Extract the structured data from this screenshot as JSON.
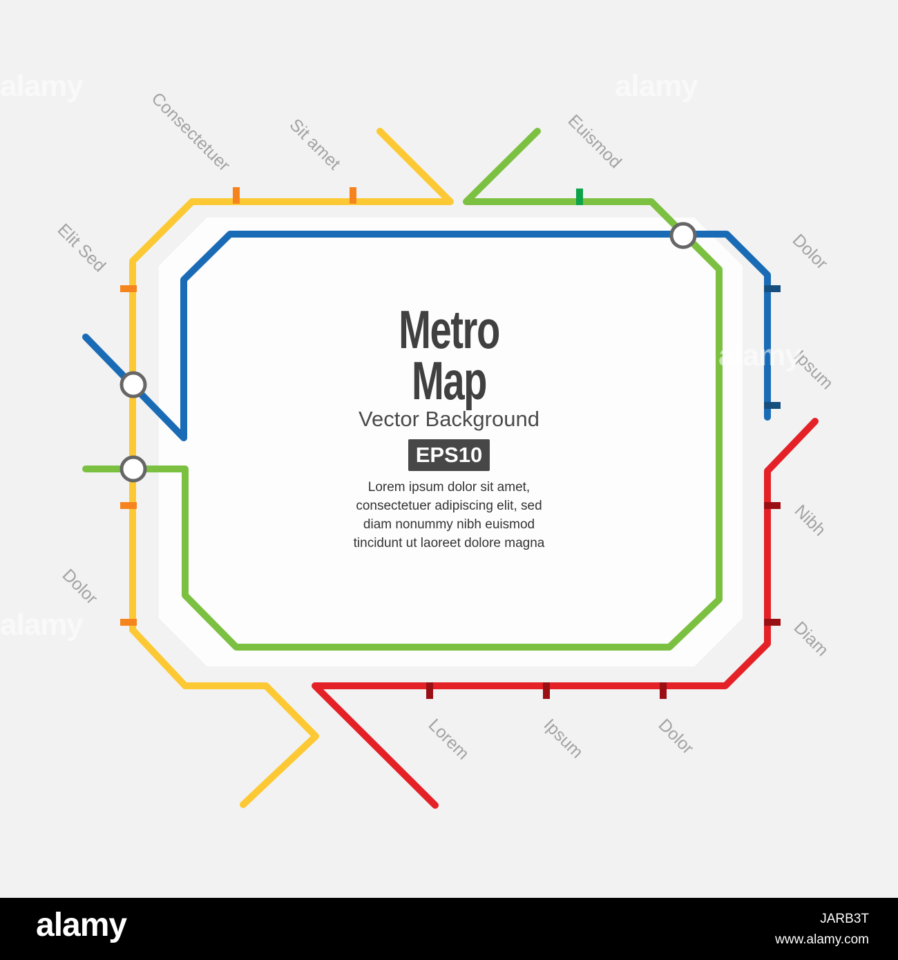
{
  "title": {
    "line1": "Metro",
    "line2": "Map",
    "subtitle": "Vector Background",
    "badge": "EPS10"
  },
  "description": [
    "Lorem ipsum dolor sit amet,",
    "consectetuer adipiscing elit, sed",
    "diam nonummy nibh euismod",
    "tincidunt ut laoreet dolore magna"
  ],
  "station_labels": {
    "consectetuer": "Consectetuer",
    "sit_amet": "Sit amet",
    "euismod": "Euismod",
    "elit_sed": "Elit Sed",
    "dolor_right": "Dolor",
    "ipsum_right": "Ipsum",
    "nibh": "Nibh",
    "diam": "Diam",
    "dolor_left": "Dolor",
    "lorem_bottom": "Lorem",
    "ipsum_bottom": "Ipsum",
    "dolor_bottom": "Dolor"
  },
  "lines": {
    "yellow": "#fcc934",
    "green": "#7cc042",
    "blue": "#1a6bb5",
    "red": "#e32127"
  },
  "tick_colors": {
    "yellow_line": "#f5841f",
    "green_line": "#0ea24a",
    "blue_line": "#164e7e",
    "red_line": "#9a0f14"
  },
  "interchange_icon": "transfer-station-circle",
  "footer": {
    "logo": "alamy",
    "image_id": "JARB3T",
    "url": "www.alamy.com"
  },
  "watermark": "alamy"
}
